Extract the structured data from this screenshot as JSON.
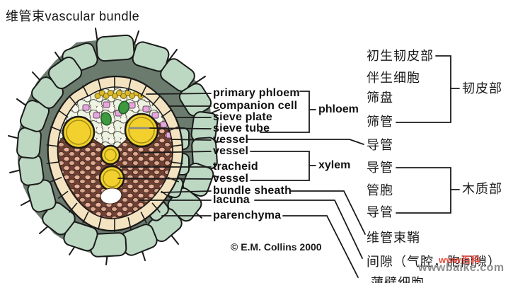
{
  "title": "维管束vascular bundle",
  "copyright": "© E.M. Collins 2000",
  "english_labels": [
    "primary phloem",
    "companion cell",
    "sieve plate",
    "sieve tube",
    "vessel",
    "vessel",
    "tracheid",
    "vessel",
    "bundle sheath",
    "lacuna",
    "parenchyma"
  ],
  "english_groups": {
    "phloem": "phloem",
    "xylem": "xylem"
  },
  "chinese_labels": [
    "初生韧皮部",
    "伴生细胞",
    "筛盘",
    "筛管",
    "导管",
    "导管",
    "管胞",
    "导管",
    "维管束鞘",
    "间隙（气腔，胞间隙）",
    "薄壁细胞"
  ],
  "chinese_groups": {
    "phloem": "韧皮部",
    "xylem": "木质部"
  },
  "watermark": {
    "brand": "www百科",
    "site": "wwwbaike.com"
  },
  "palette": {
    "parenchyma_green": "#bcd7c2",
    "cell_gap_green": "#6b7b6e",
    "sheath_cream": "#f3e3c1",
    "xylem_brown": "#6f4134",
    "xylem_cell_pink": "#e9b29c",
    "vessel_yellow": "#f2d02e",
    "phloem_light": "#eef1e0",
    "companion_pink": "#e7a6dd",
    "sieve_green": "#3e9940",
    "watermark_red": "#e8483a",
    "watermark_gray": "#8f8f8f"
  }
}
